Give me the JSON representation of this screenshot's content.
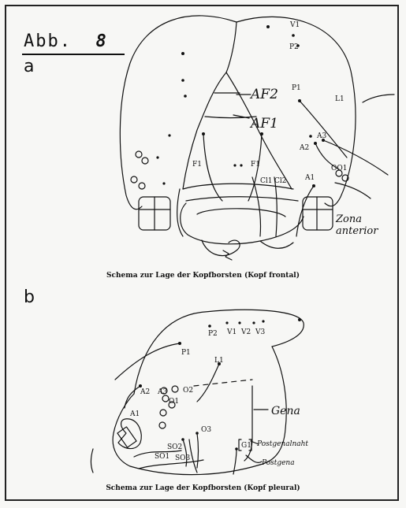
{
  "figure": {
    "label": "Abb.",
    "number": "8"
  },
  "panels": {
    "a": {
      "letter": "a",
      "caption": "Schema zur Lage der Kopfborsten (Kopf frontal)",
      "labels": {
        "v1": "V1",
        "p2": "P2",
        "p1": "P1",
        "l1": "L1",
        "af2": "AF2",
        "af1": "AF1",
        "a2": "A2",
        "a3": "A3",
        "a1": "A1",
        "f1_left": "F1",
        "f1_right": "F1",
        "cl1": "Cl1",
        "cl2": "Cl2",
        "oo1": "OO1",
        "zona_line1": "Zona",
        "zona_line2": "anterior"
      }
    },
    "b": {
      "letter": "b",
      "caption": "Schema zur Lage der Kopfborsten (Kopf pleural)",
      "labels": {
        "p2": "P2",
        "v1": "V1",
        "v2": "V2",
        "v3": "V3",
        "p1": "P1",
        "l1": "L1",
        "a2": "A2",
        "a3": "A3",
        "o2": "O2",
        "o1": "O1",
        "a1": "A1",
        "o3": "O3",
        "g1": "G1",
        "so2": "SO2",
        "so1": "SO1",
        "so3": "SO3",
        "gena": "Gena",
        "postgenalnaht": "Postgenalnaht",
        "postgena": "Postgena"
      }
    }
  }
}
